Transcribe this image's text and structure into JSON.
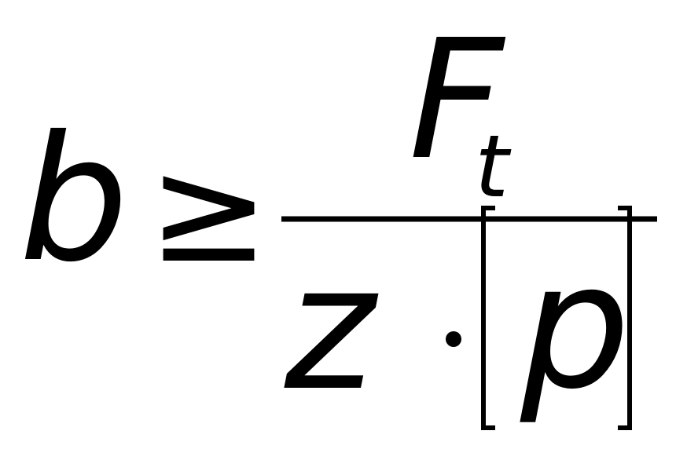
{
  "formula": {
    "lhs": "b",
    "relation": "≥",
    "numerator": {
      "symbol": "F",
      "subscript": "t"
    },
    "denominator": {
      "left": "z",
      "operator": "·",
      "bracketed": "p"
    }
  },
  "colors": {
    "ink": "#000000",
    "background": "#ffffff"
  }
}
